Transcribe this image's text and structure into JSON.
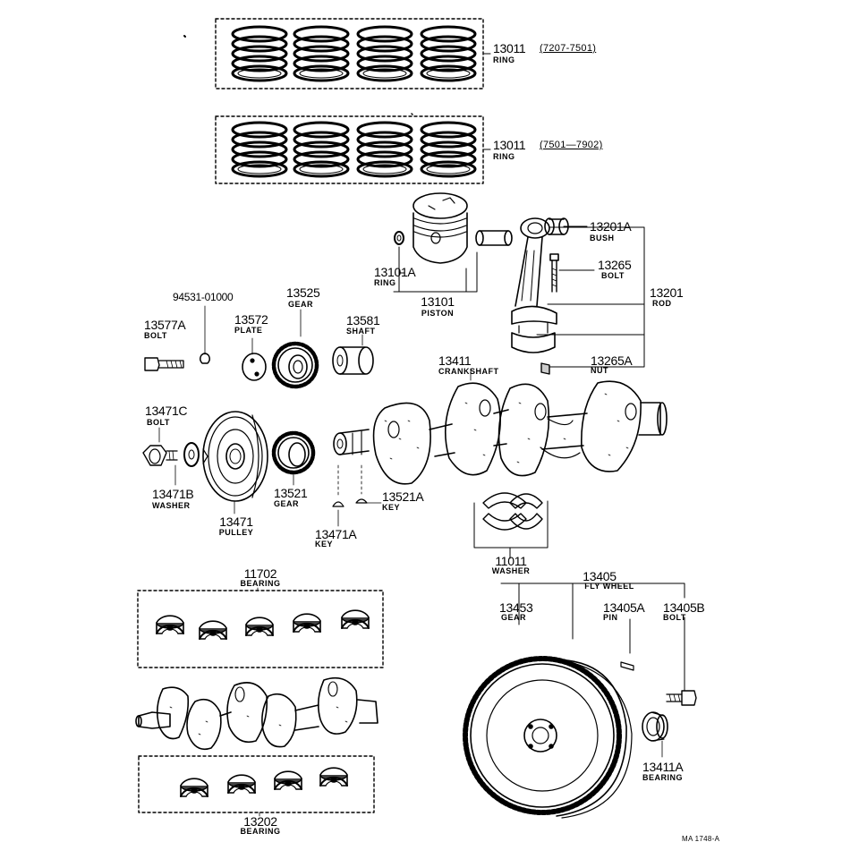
{
  "ring_set_1": {
    "number": "13011",
    "name": "RING",
    "range": "(7207-7501)"
  },
  "ring_set_2": {
    "number": "13011",
    "name": "RING",
    "range": "(7501—7902)"
  },
  "bush": {
    "number": "13201A",
    "name": "BUSH"
  },
  "rod_bolt": {
    "number": "13265",
    "name": "BOLT"
  },
  "rod": {
    "number": "13201",
    "name": "ROD"
  },
  "nut": {
    "number": "13265A",
    "name": "NUT"
  },
  "piston_pin_ring": {
    "number": "13101A",
    "name": "RING"
  },
  "piston": {
    "number": "13101",
    "name": "PISTON"
  },
  "pulley_bolt_front": {
    "number": "13577A",
    "name": "BOLT"
  },
  "lock_bolt": {
    "number": "94531-01000"
  },
  "plate": {
    "number": "13572",
    "name": "PLATE"
  },
  "timing_gear": {
    "number": "13525",
    "name": "GEAR"
  },
  "shaft": {
    "number": "13581",
    "name": "SHAFT"
  },
  "crankshaft": {
    "number": "13411",
    "name": "CRANKSHAFT"
  },
  "pulley_bolt": {
    "number": "13471C",
    "name": "BOLT"
  },
  "pulley_washer": {
    "number": "13471B",
    "name": "WASHER"
  },
  "pulley": {
    "number": "13471",
    "name": "PULLEY"
  },
  "crank_gear": {
    "number": "13521",
    "name": "GEAR"
  },
  "crank_key_1": {
    "number": "13521A",
    "name": "KEY"
  },
  "crank_key_2": {
    "number": "13471A",
    "name": "KEY"
  },
  "thrust_washer": {
    "number": "11011",
    "name": "WASHER"
  },
  "main_bearing": {
    "number": "11702",
    "name": "BEARING"
  },
  "flywheel": {
    "number": "13405",
    "name": "FLY WHEEL"
  },
  "ring_gear": {
    "number": "13453",
    "name": "GEAR"
  },
  "fw_pin": {
    "number": "13405A",
    "name": "PIN"
  },
  "fw_bolt": {
    "number": "13405B",
    "name": "BOLT"
  },
  "pilot_bearing": {
    "number": "13411A",
    "name": "BEARING"
  },
  "rod_bearing": {
    "number": "13202",
    "name": "BEARING"
  },
  "figure_ref": "MA 1748-A"
}
